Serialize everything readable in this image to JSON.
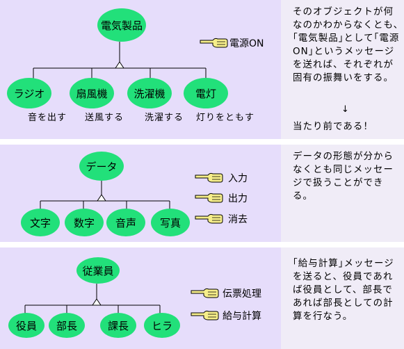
{
  "colors": {
    "panel_bg": "#e6ddfb",
    "desc_bg": "#f0ecf7",
    "node_fill": "#22e07a",
    "hand_fill": "#f6ee8a"
  },
  "sections": [
    {
      "root": "電気製品",
      "children": [
        "ラジオ",
        "扇風機",
        "洗濯機",
        "電灯"
      ],
      "behaviors": [
        "音を出す",
        "送風する",
        "洗濯する",
        "灯りをともす"
      ],
      "messages": [
        "電源ON"
      ],
      "description": "そのオブジェクトが何なのかわからなくとも､｢電気製品｣として｢電源ON｣というメッセージを送れば、それぞれが固有の振舞いをする。",
      "arrow": "↓",
      "conclusion": "当たり前である！"
    },
    {
      "root": "データ",
      "children": [
        "文字",
        "数字",
        "音声",
        "写真"
      ],
      "messages": [
        "入力",
        "出力",
        "消去"
      ],
      "description": "データの形態が分からなくとも同じメッセージで扱うことができる。"
    },
    {
      "root": "従業員",
      "children": [
        "役員",
        "部長",
        "課長",
        "ヒラ"
      ],
      "messages": [
        "伝票処理",
        "給与計算"
      ],
      "description": "｢給与計算｣メッセージを送ると、役員であれば役員として、部長であれば部長としての計算を行なう。"
    }
  ]
}
